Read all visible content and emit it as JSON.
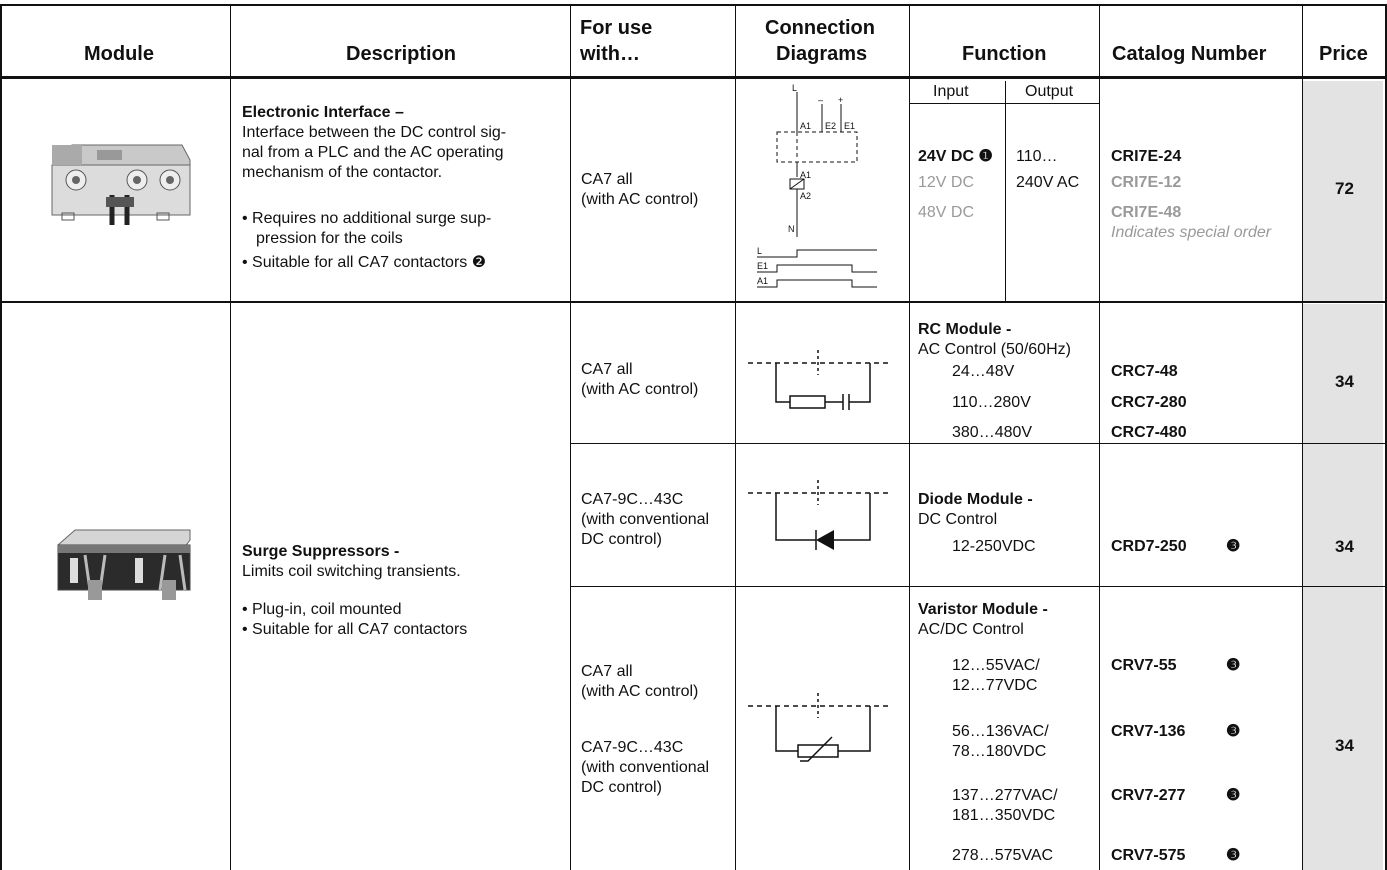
{
  "headers": {
    "module": "Module",
    "description": "Description",
    "for_use_1": "For use",
    "for_use_2": "with…",
    "conn_1": "Connection",
    "conn_2": "Diagrams",
    "function": "Function",
    "catalog": "Catalog Number",
    "price": "Price"
  },
  "row1": {
    "desc_title": "Electronic Interface –",
    "desc_lines": [
      "Interface between the DC control sig-",
      "nal from a PLC and the AC operating",
      "mechanism of the contactor."
    ],
    "bullet1a": "• Requires no additional surge sup-",
    "bullet1b": "pression for the coils",
    "bullet2": "• Suitable for all CA7 contactors ❷",
    "use_1": "CA7 all",
    "use_2": "(with AC control)",
    "fn_input_hdr": "Input",
    "fn_output_hdr": "Output",
    "inputs": [
      "24V DC ❶",
      "12V DC",
      "48V DC"
    ],
    "outputs": [
      "110…",
      "240V AC"
    ],
    "catalog": [
      "CRI7E-24",
      "CRI7E-12",
      "CRI7E-48"
    ],
    "catalog_note": "Indicates special order",
    "price": "72",
    "diagram_labels": {
      "l": "L",
      "n": "N",
      "a1": "A1",
      "a2": "A2",
      "e1": "E1",
      "e2": "E2",
      "minus": "–",
      "plus": "+"
    }
  },
  "row2": {
    "desc_title": "Surge Suppressors -",
    "desc_line": "Limits coil switching transients.",
    "bullet1": "• Plug-in, coil mounted",
    "bullet2": "• Suitable for all CA7 contactors",
    "rc": {
      "use_1": "CA7 all",
      "use_2": "(with AC control)",
      "title": "RC Module -",
      "sub": "AC Control (50/60Hz)",
      "ranges": [
        "24…48V",
        "110…280V",
        "380…480V"
      ],
      "catalog": [
        "CRC7-48",
        "CRC7-280",
        "CRC7-480"
      ],
      "price": "34"
    },
    "diode": {
      "use_1": "CA7-9C…43C",
      "use_2": "(with conventional",
      "use_3": "DC control)",
      "title": "Diode Module -",
      "sub": "DC Control",
      "range": "12-250VDC",
      "catalog": "CRD7-250",
      "note": "❸",
      "price": "34"
    },
    "varistor": {
      "use_1": "CA7 all",
      "use_2": "(with AC control)",
      "use_3": "CA7-9C…43C",
      "use_4": "(with conventional",
      "use_5": "DC control)",
      "title": "Varistor Module -",
      "sub": "AC/DC Control",
      "ranges": [
        "12…55VAC/",
        "12…77VDC",
        "56…136VAC/",
        "78…180VDC",
        "137…277VAC/",
        "181…350VDC",
        "278…575VAC"
      ],
      "catalog": [
        "CRV7-55",
        "CRV7-136",
        "CRV7-277",
        "CRV7-575"
      ],
      "note": "❸",
      "price": "34"
    }
  }
}
